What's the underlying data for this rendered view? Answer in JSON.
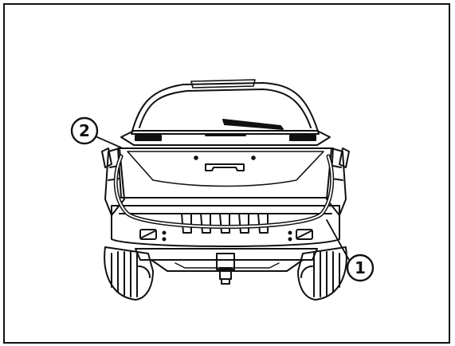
{
  "callouts": [
    {
      "id": "callout-1",
      "label": "1"
    },
    {
      "id": "callout-2",
      "label": "2"
    }
  ],
  "colors": {
    "line": "#111111",
    "background": "#ffffff",
    "cable": "#111111"
  }
}
